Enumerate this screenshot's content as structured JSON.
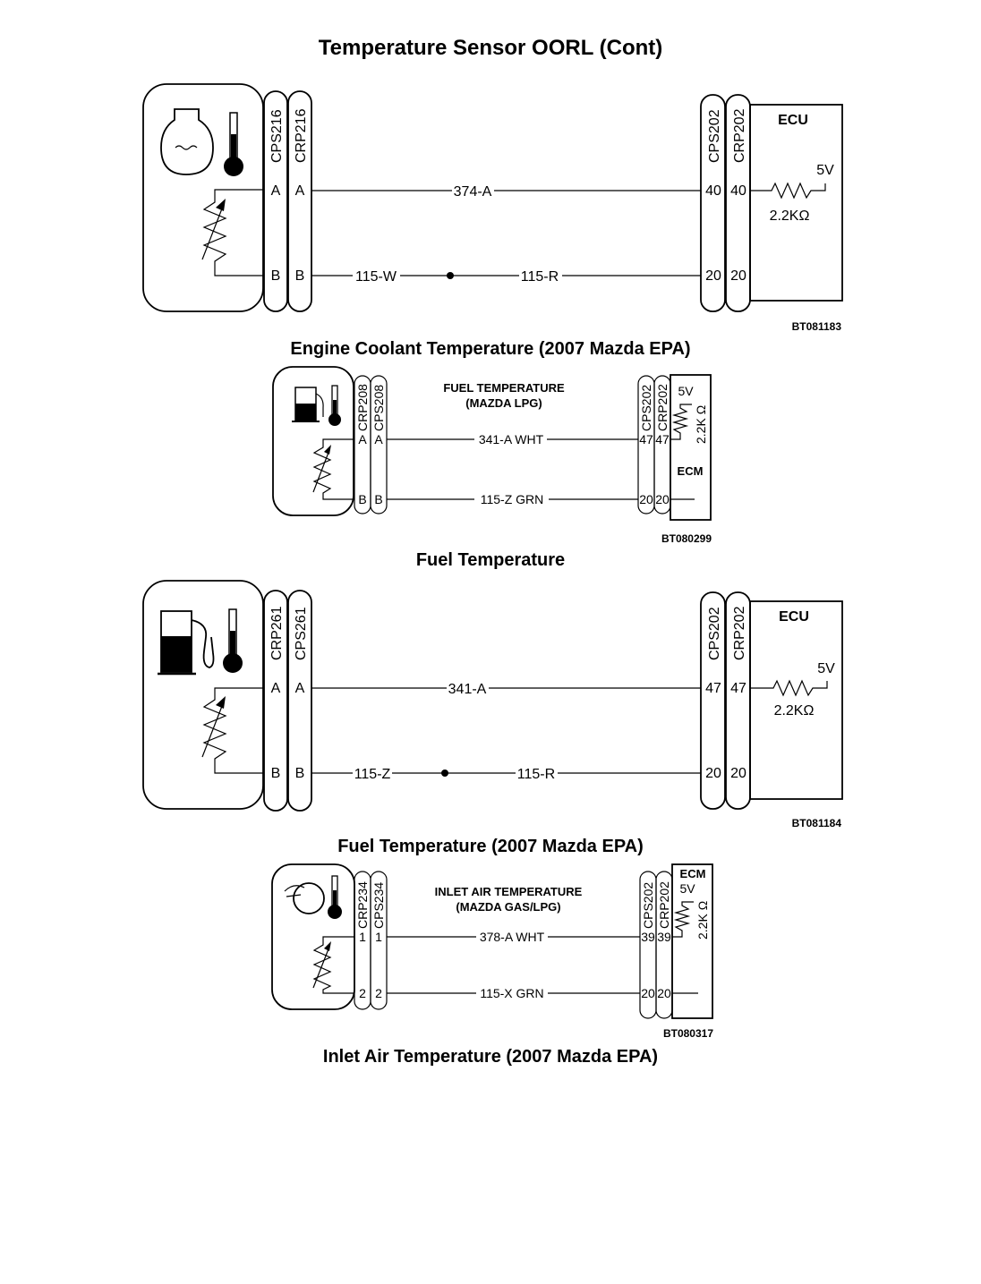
{
  "page_title": "Temperature Sensor OORL (Cont)",
  "diagram_ect": {
    "caption": "Engine Coolant Temperature (2007 Mazda EPA)",
    "ref": "BT081183",
    "sensor_connector_1": "CPS216",
    "sensor_connector_2": "CRP216",
    "ecu_connector_1": "CPS202",
    "ecu_connector_2": "CRP202",
    "pin_a": "A",
    "pin_b": "B",
    "ecu_pin_top": "40",
    "ecu_pin_bottom": "20",
    "wire_top": "374-A",
    "wire_bottom_left": "115-W",
    "wire_bottom_right": "115-R",
    "module": "ECU",
    "supply": "5V",
    "resistor": "2.2KΩ",
    "sensor_icon": "coolant-temperature-icon"
  },
  "diagram_fuel_lpg": {
    "caption": "Fuel Temperature",
    "ref": "BT080299",
    "heading_line1": "FUEL TEMPERATURE",
    "heading_line2": "(MAZDA LPG)",
    "sensor_connector_1": "CRP208",
    "sensor_connector_2": "CPS208",
    "ecu_connector_1": "CPS202",
    "ecu_connector_2": "CRP202",
    "pin_a": "A",
    "pin_b": "B",
    "ecu_pin_top": "47",
    "ecu_pin_bottom": "20",
    "wire_top": "341-A WHT",
    "wire_bottom": "115-Z GRN",
    "module": "ECM",
    "supply": "5V",
    "resistor": "2.2K Ω",
    "sensor_icon": "fuel-temperature-icon"
  },
  "diagram_fuel_epa": {
    "caption": "Fuel Temperature (2007 Mazda EPA)",
    "ref": "BT081184",
    "sensor_connector_1": "CRP261",
    "sensor_connector_2": "CPS261",
    "ecu_connector_1": "CPS202",
    "ecu_connector_2": "CRP202",
    "pin_a": "A",
    "pin_b": "B",
    "ecu_pin_top": "47",
    "ecu_pin_bottom": "20",
    "wire_top": "341-A",
    "wire_bottom_left": "115-Z",
    "wire_bottom_right": "115-R",
    "module": "ECU",
    "supply": "5V",
    "resistor": "2.2KΩ",
    "sensor_icon": "fuel-temperature-icon"
  },
  "diagram_iat": {
    "caption": "Inlet Air Temperature (2007 Mazda EPA)",
    "ref": "BT080317",
    "heading_line1": "INLET AIR TEMPERATURE",
    "heading_line2": "(MAZDA GAS/LPG)",
    "sensor_connector_1": "CRP234",
    "sensor_connector_2": "CPS234",
    "ecu_connector_1": "CPS202",
    "ecu_connector_2": "CRP202",
    "pin_top": "1",
    "pin_bottom": "2",
    "ecu_pin_top": "39",
    "ecu_pin_bottom": "20",
    "wire_top": "378-A WHT",
    "wire_bottom": "115-X GRN",
    "module": "ECM",
    "supply": "5V",
    "resistor": "2.2K Ω",
    "sensor_icon": "inlet-air-temperature-icon"
  }
}
